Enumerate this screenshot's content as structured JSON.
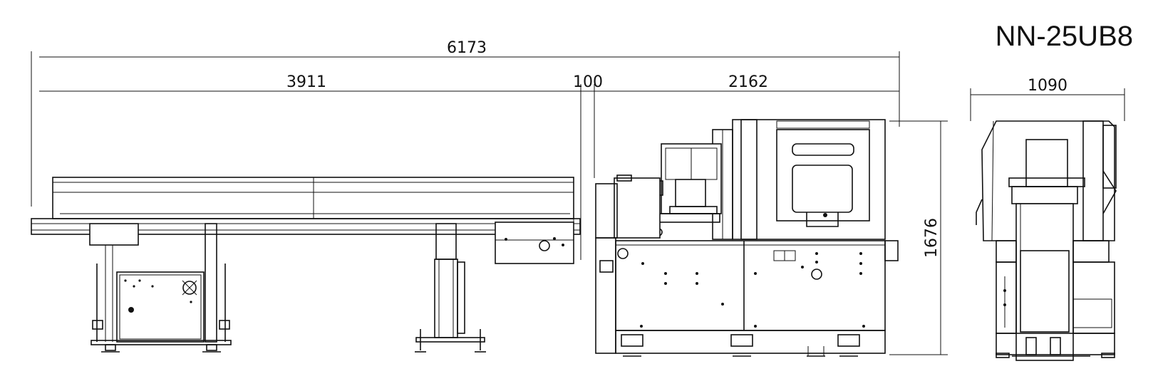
{
  "model": "NN-25UB8",
  "dimensions": {
    "overall_length": "6173",
    "bar_feeder_length": "3911",
    "gap": "100",
    "machine_length": "2162",
    "machine_depth": "1090",
    "machine_height": "1676"
  }
}
